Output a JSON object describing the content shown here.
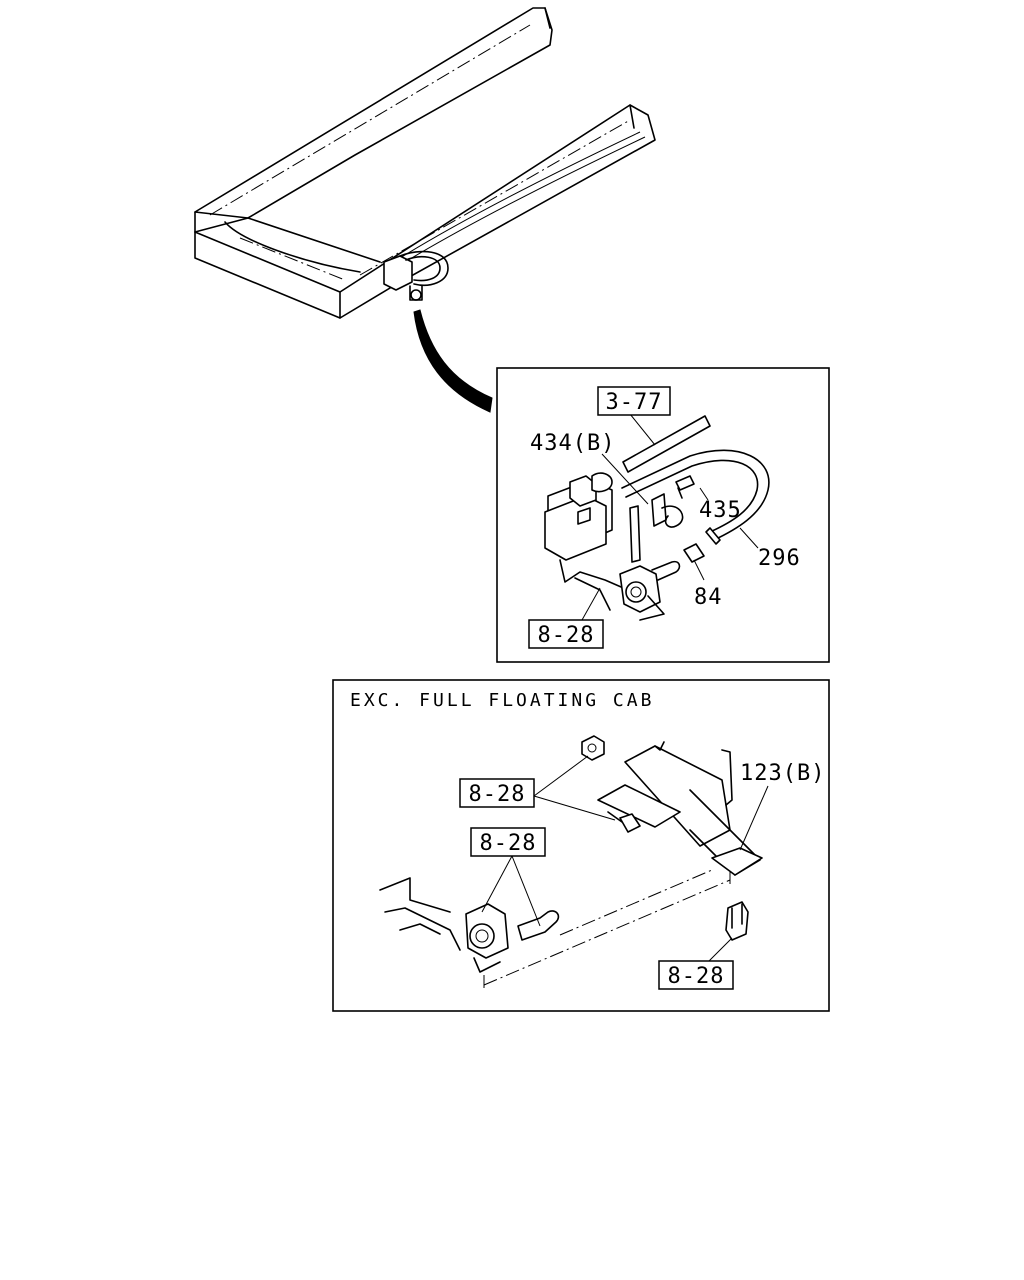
{
  "callouts": {
    "ref_3_77": "3-77",
    "part_434b": "434(B)",
    "part_435": "435",
    "part_296": "296",
    "part_84": "84",
    "ref_8_28_upper": "8-28",
    "part_123b": "123(B)",
    "ref_8_28_a": "8-28",
    "ref_8_28_b": "8-28",
    "ref_8_28_c": "8-28"
  },
  "lower_panel": {
    "caption": "EXC. FULL FLOATING CAB"
  }
}
